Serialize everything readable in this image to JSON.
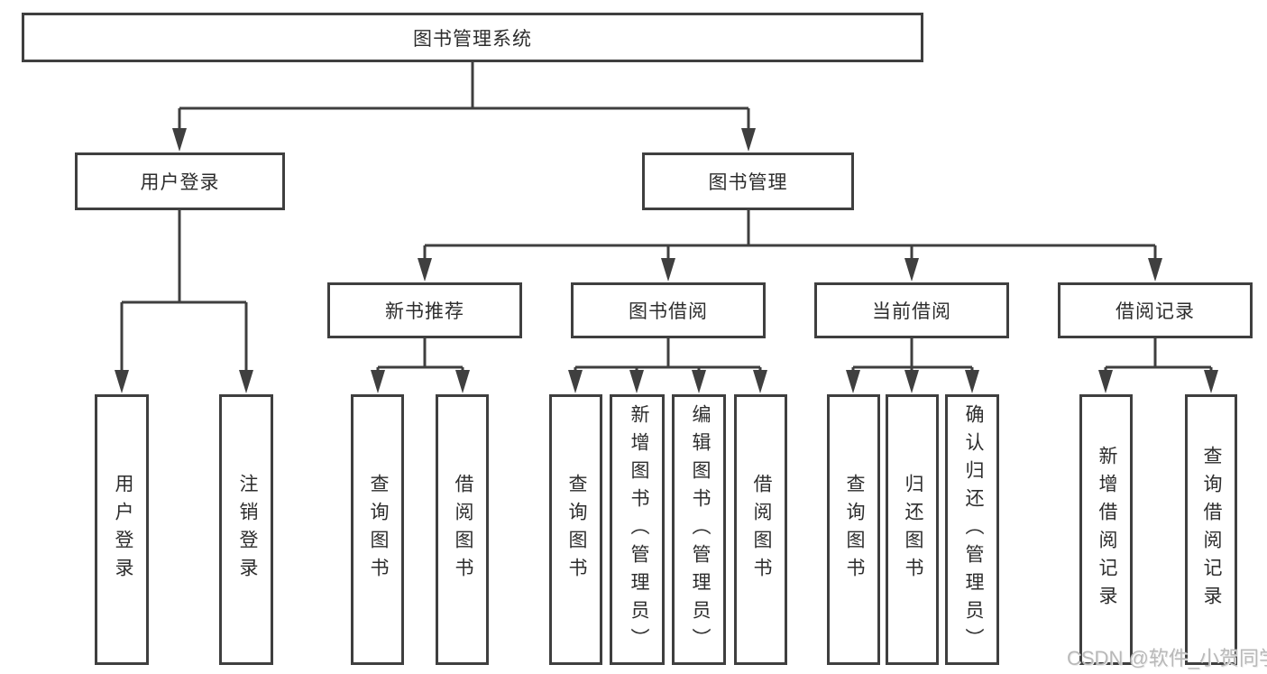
{
  "tree": {
    "root": {
      "label": "图书管理系统",
      "children": [
        {
          "label": "用户登录",
          "children": [
            {
              "label": "用户登录"
            },
            {
              "label": "注销登录"
            }
          ]
        },
        {
          "label": "图书管理",
          "children": [
            {
              "label": "新书推荐",
              "children": [
                {
                  "label": "查询图书"
                },
                {
                  "label": "借阅图书"
                }
              ]
            },
            {
              "label": "图书借阅",
              "children": [
                {
                  "label": "查询图书"
                },
                {
                  "label": "新增图书（管理员）"
                },
                {
                  "label": "编辑图书（管理员）"
                },
                {
                  "label": "借阅图书"
                }
              ]
            },
            {
              "label": "当前借阅",
              "children": [
                {
                  "label": "查询图书"
                },
                {
                  "label": "归还图书"
                },
                {
                  "label": "确认归还（管理员）"
                }
              ]
            },
            {
              "label": "借阅记录",
              "children": [
                {
                  "label": "新增借阅记录"
                },
                {
                  "label": "查询借阅记录"
                }
              ]
            }
          ]
        }
      ]
    }
  },
  "watermark": {
    "text": "CSDN @软件_小贺同学"
  },
  "colors": {
    "line": "#3f3f3f",
    "text": "#2d2d2d",
    "background": "#ffffff",
    "watermark": "#b9b9b9"
  }
}
